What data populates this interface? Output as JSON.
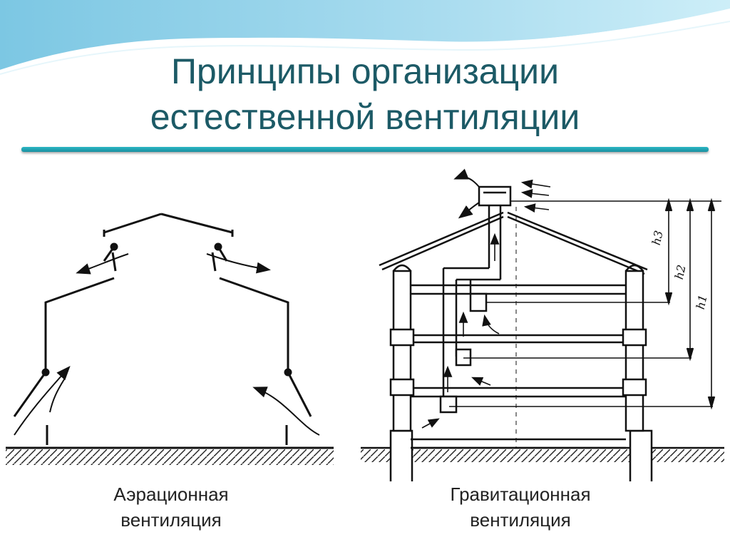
{
  "title": {
    "line1": "Принципы организации",
    "line2": "естественной вентиляции"
  },
  "diagrams": {
    "left_caption": {
      "line1": "Аэрационная",
      "line2": "вентиляция"
    },
    "right_caption": {
      "line1": "Гравитационная",
      "line2": "вентиляция"
    },
    "dimension_labels": [
      "h3",
      "h2",
      "h1"
    ]
  },
  "colors": {
    "title": "#1c5a66",
    "accent": "#2bb7c4",
    "wave_light": "#bfe6f3",
    "wave_dark": "#5fb7d8"
  }
}
